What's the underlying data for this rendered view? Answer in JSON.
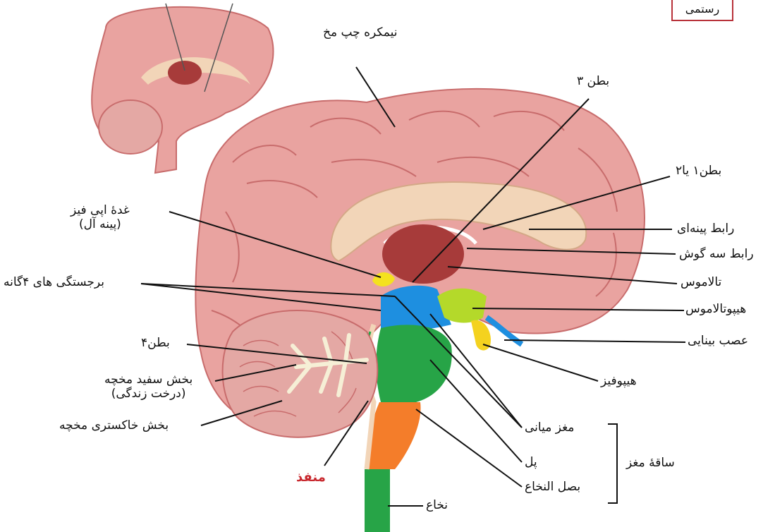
{
  "author": "رستمی",
  "labels": {
    "left_hemisphere": "نیمکره  چپ مخ",
    "ventricle_3": "بطن ۳",
    "ventricles_1_2": "بطن۱ یا۲",
    "pineal_line1": "غدهٔ اپی فیز",
    "pineal_line2": "(پینه آل)",
    "corpus_callosum": "رابط پینه‌ای",
    "fornix": "رابط سه گوش",
    "thalamus": "تالاموس",
    "colliculi": "برجستگی های ۴گانه",
    "hypothalamus": "هیپوتالاموس",
    "optic_nerve": "عصب بینایی",
    "ventricle_4": "بطن۴",
    "pituitary": "هیپوفیز",
    "arbor_line1": "بخش سفید مخچه",
    "arbor_line2": "(درخت زندگی)",
    "cerebellar_gray": "بخش خاکستری مخچه",
    "midbrain": "مغز میانی",
    "pons": "پل",
    "medulla": "بصل النخاع",
    "spinal_cord": "نخاع",
    "brainstem": "ساقهٔ مغز",
    "aperture": "منفذ"
  },
  "colors": {
    "cerebrum": "#e9a3a0",
    "gyri_lines": "#c86c6c",
    "corpus_callosum": "#f2d5b8",
    "thalamus": "#a73b3a",
    "midbrain": "#1e8fe0",
    "pons": "#27a447",
    "medulla": "#f47d2a",
    "hypothalamus": "#b4d92a",
    "pituitary": "#f4d21f",
    "pineal": "#f4e21f",
    "aperture_label": "#c8282e",
    "author_border": "#b8323a"
  }
}
